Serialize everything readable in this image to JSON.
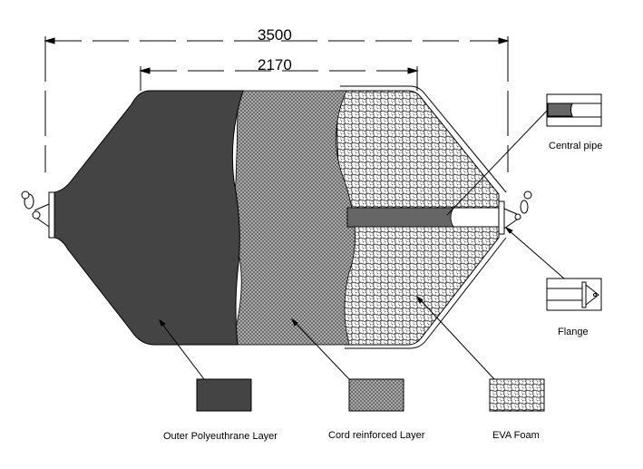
{
  "dimensions": {
    "overall": "3500",
    "body": "2170"
  },
  "callouts": {
    "central_pipe": "Central pipe",
    "flange": "Flange"
  },
  "legend": [
    {
      "label": "Outer Polyeuthrane Layer",
      "swatch": "solid-dark"
    },
    {
      "label": "Cord reinforced Layer",
      "swatch": "fine-mesh"
    },
    {
      "label": "EVA Foam",
      "swatch": "hex-foam"
    }
  ],
  "colors": {
    "outer_layer": "#444444",
    "cord_layer": "#9a9a9a",
    "foam": "#ffffff",
    "line": "#000000"
  }
}
